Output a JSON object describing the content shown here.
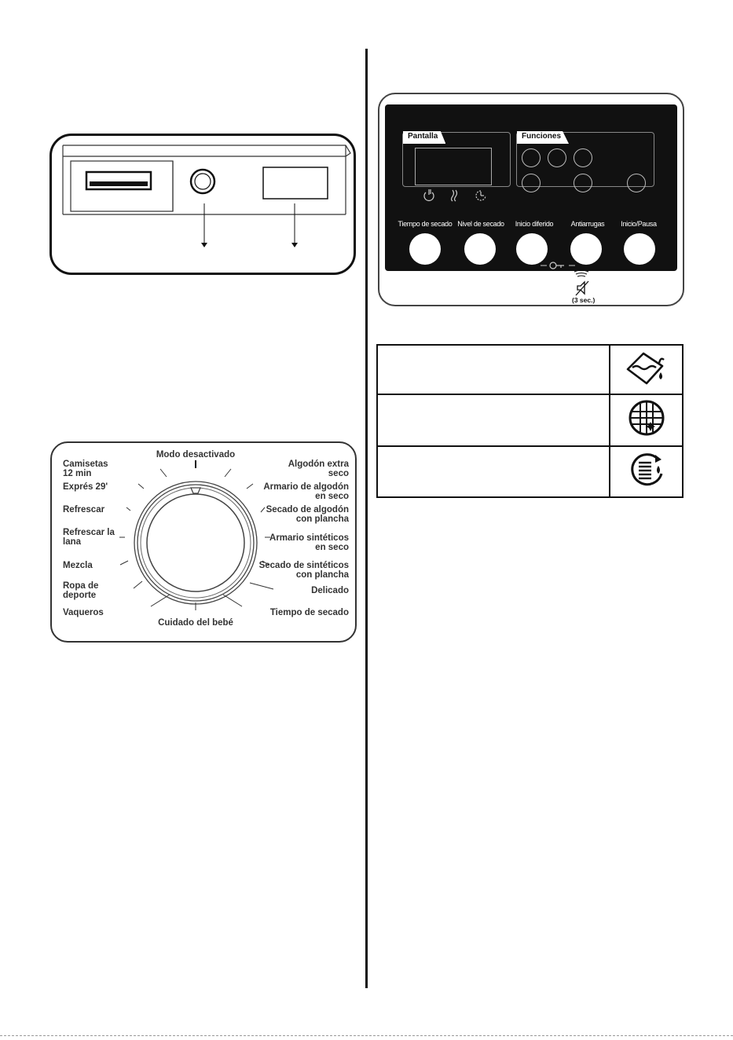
{
  "dial": {
    "title": "Modo desactivado",
    "left_labels": [
      "Camisetas\n12 min",
      "Exprés 29'",
      "Refrescar",
      "Refrescar la\nlana",
      "Mezcla",
      "Ropa de\ndeporte",
      "Vaqueros"
    ],
    "right_labels": [
      "Algodón extra\nseco",
      "Armario de algodón\nen seco",
      "Secado de algodón\ncon plancha",
      "Armario sintéticos\nen seco",
      "Secado de sintéticos\ncon plancha",
      "Delicado",
      "Tiempo de secado"
    ],
    "bottom_label": "Cuidado del bebé"
  },
  "control_panel": {
    "display_tag": "Pantalla",
    "functions_tag": "Funciones",
    "buttons": [
      "Tiempo de secado",
      "Nivel de secado",
      "Inicio diferido",
      "Antiarrugas",
      "Inicio/Pausa"
    ],
    "mute_hint": "(3 sec.)"
  },
  "table": {
    "rows": [
      {
        "icon": "water-tank-icon"
      },
      {
        "icon": "filter-grid-icon"
      },
      {
        "icon": "condenser-cycle-icon"
      }
    ]
  }
}
